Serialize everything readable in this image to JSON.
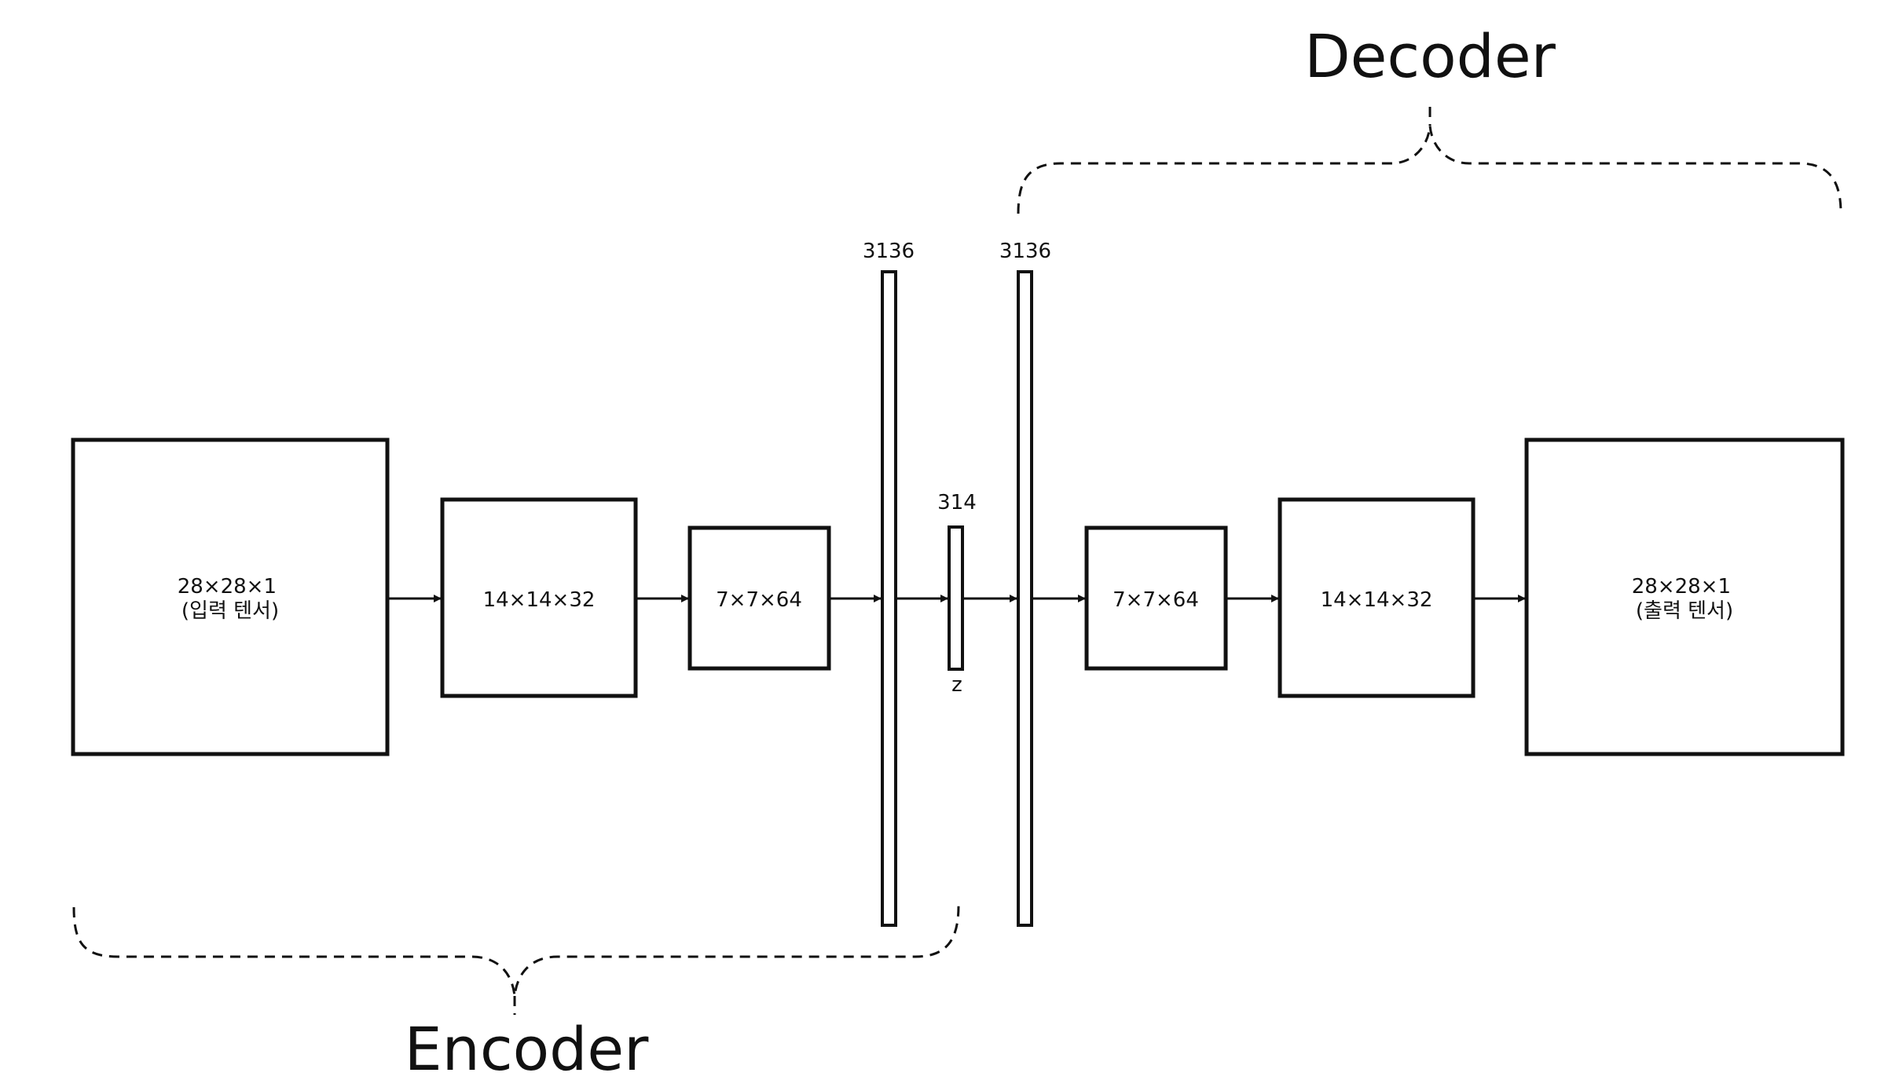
{
  "titles": {
    "decoder": "Decoder",
    "encoder": "Encoder"
  },
  "blocks": {
    "input": {
      "line1": "28×28×1",
      "line2": "(입력 텐서)"
    },
    "enc_conv1": "14×14×32",
    "enc_conv2": "7×7×64",
    "dec_conv1": "7×7×64",
    "dec_conv2": "14×14×32",
    "output": {
      "line1": "28×28×1",
      "line2": "(출력 텐서)"
    }
  },
  "vectors": {
    "enc_flatten": "3136",
    "latent": "314",
    "latent_name": "z",
    "dec_dense": "3136"
  }
}
